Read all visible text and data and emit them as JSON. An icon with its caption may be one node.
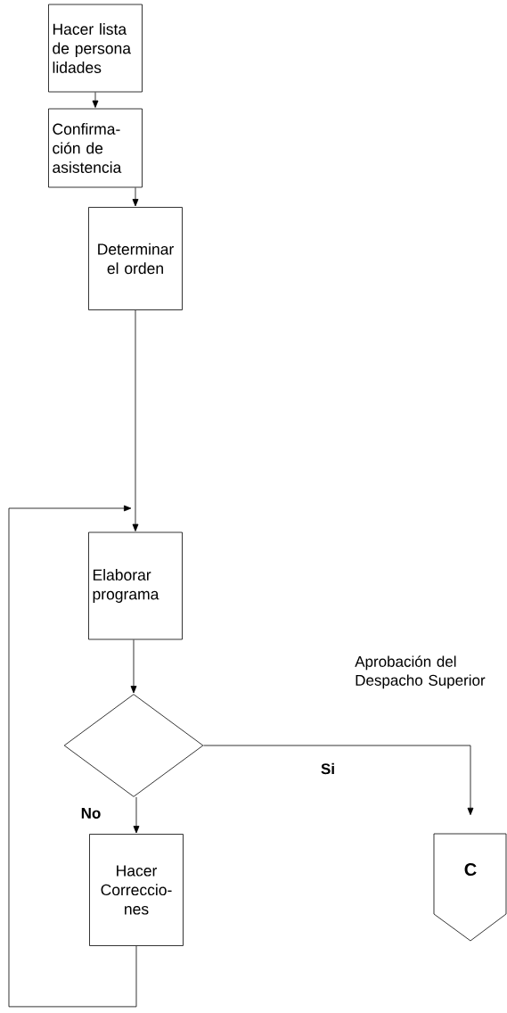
{
  "diagram": {
    "nodes": [
      {
        "text": [
          "Hacer lista de persona lidades"
        ]
      },
      {
        "text": [
          "Confirma- ción de asistencia"
        ]
      },
      {
        "text": [
          "Determinar el orden"
        ]
      },
      {
        "text": [
          "Elaborar programa"
        ]
      },
      {
        "text": [],
        "shape": "diamond"
      },
      {
        "text": [
          "Hacer Correccio- nes"
        ]
      },
      {
        "text": [
          "C"
        ]
      }
    ],
    "edges": [
      {
        "from": 0,
        "to": 1,
        "arrow": "to"
      },
      {
        "from": 1,
        "to": 2,
        "arrow": "to"
      },
      {
        "from": 2,
        "to": 3,
        "arrow": "to"
      },
      {
        "from": 3,
        "to": 4,
        "arrow": "to"
      },
      {
        "from": 4,
        "to": 6,
        "arrow": "to",
        "label": "Si"
      },
      {
        "from": 4,
        "to": 5,
        "arrow": "to",
        "label": "No"
      },
      {
        "from": 5,
        "to": 3,
        "arrow": "to"
      }
    ],
    "labels": [
      "Aprobación del Despacho Superior"
    ]
  }
}
